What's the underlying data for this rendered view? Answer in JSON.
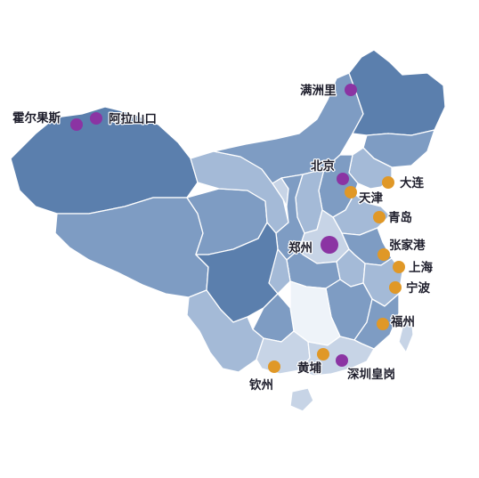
{
  "colors": {
    "region_dark": "#5b7fad",
    "region_mid": "#7e9cc3",
    "region_light": "#a4bad7",
    "region_pale": "#c7d4e6",
    "region_white": "#eef3f9",
    "border": "#ffffff",
    "marker_purple": "#8b34a3",
    "marker_orange": "#e09827"
  },
  "cities": [
    {
      "id": "manzhouli",
      "label": "满洲里",
      "marker": "purple"
    },
    {
      "id": "horgos",
      "label": "霍尔果斯",
      "marker": "purple"
    },
    {
      "id": "alashankou",
      "label": "阿拉山口",
      "marker": "purple"
    },
    {
      "id": "beijing",
      "label": "北京",
      "marker": "purple"
    },
    {
      "id": "dalian",
      "label": "大连",
      "marker": "orange"
    },
    {
      "id": "tianjin",
      "label": "天津",
      "marker": "orange"
    },
    {
      "id": "qingdao",
      "label": "青岛",
      "marker": "orange"
    },
    {
      "id": "zhengzhou",
      "label": "郑州",
      "marker": "purple"
    },
    {
      "id": "zhangjiagang",
      "label": "张家港",
      "marker": "orange"
    },
    {
      "id": "shanghai",
      "label": "上海",
      "marker": "orange"
    },
    {
      "id": "ningbo",
      "label": "宁波",
      "marker": "orange"
    },
    {
      "id": "fuzhou",
      "label": "福州",
      "marker": "orange"
    },
    {
      "id": "huangpu",
      "label": "黄埔",
      "marker": "orange"
    },
    {
      "id": "shenzhen-huanggang",
      "label": "深圳皇岗",
      "marker": "purple"
    },
    {
      "id": "qinzhou",
      "label": "钦州",
      "marker": "orange"
    }
  ]
}
